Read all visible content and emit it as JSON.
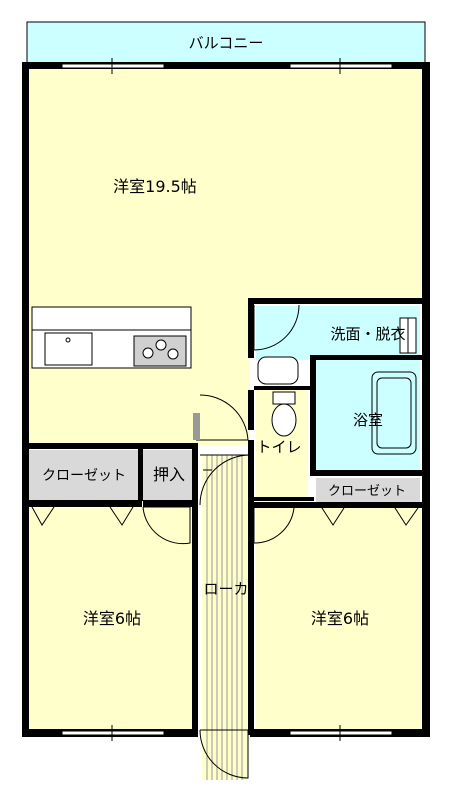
{
  "colors": {
    "room": "#FFFFCC",
    "balcony": "#CCFFFF",
    "wet": "#CCFFFF",
    "closet": "#D9D9D9",
    "wall": "#000000",
    "corridor_stripe": "#999999"
  },
  "labels": {
    "balcony": "バルコニー",
    "living": "洋室19.5帖",
    "washroom": "洗面・脱衣",
    "bath": "浴室",
    "toilet": "トイレ",
    "closet_left": "クローゼット",
    "oshiire": "押入",
    "closet_right": "クローゼット",
    "corridor": "ローカ",
    "room_left": "洋室6帖",
    "room_right": "洋室6帖"
  }
}
